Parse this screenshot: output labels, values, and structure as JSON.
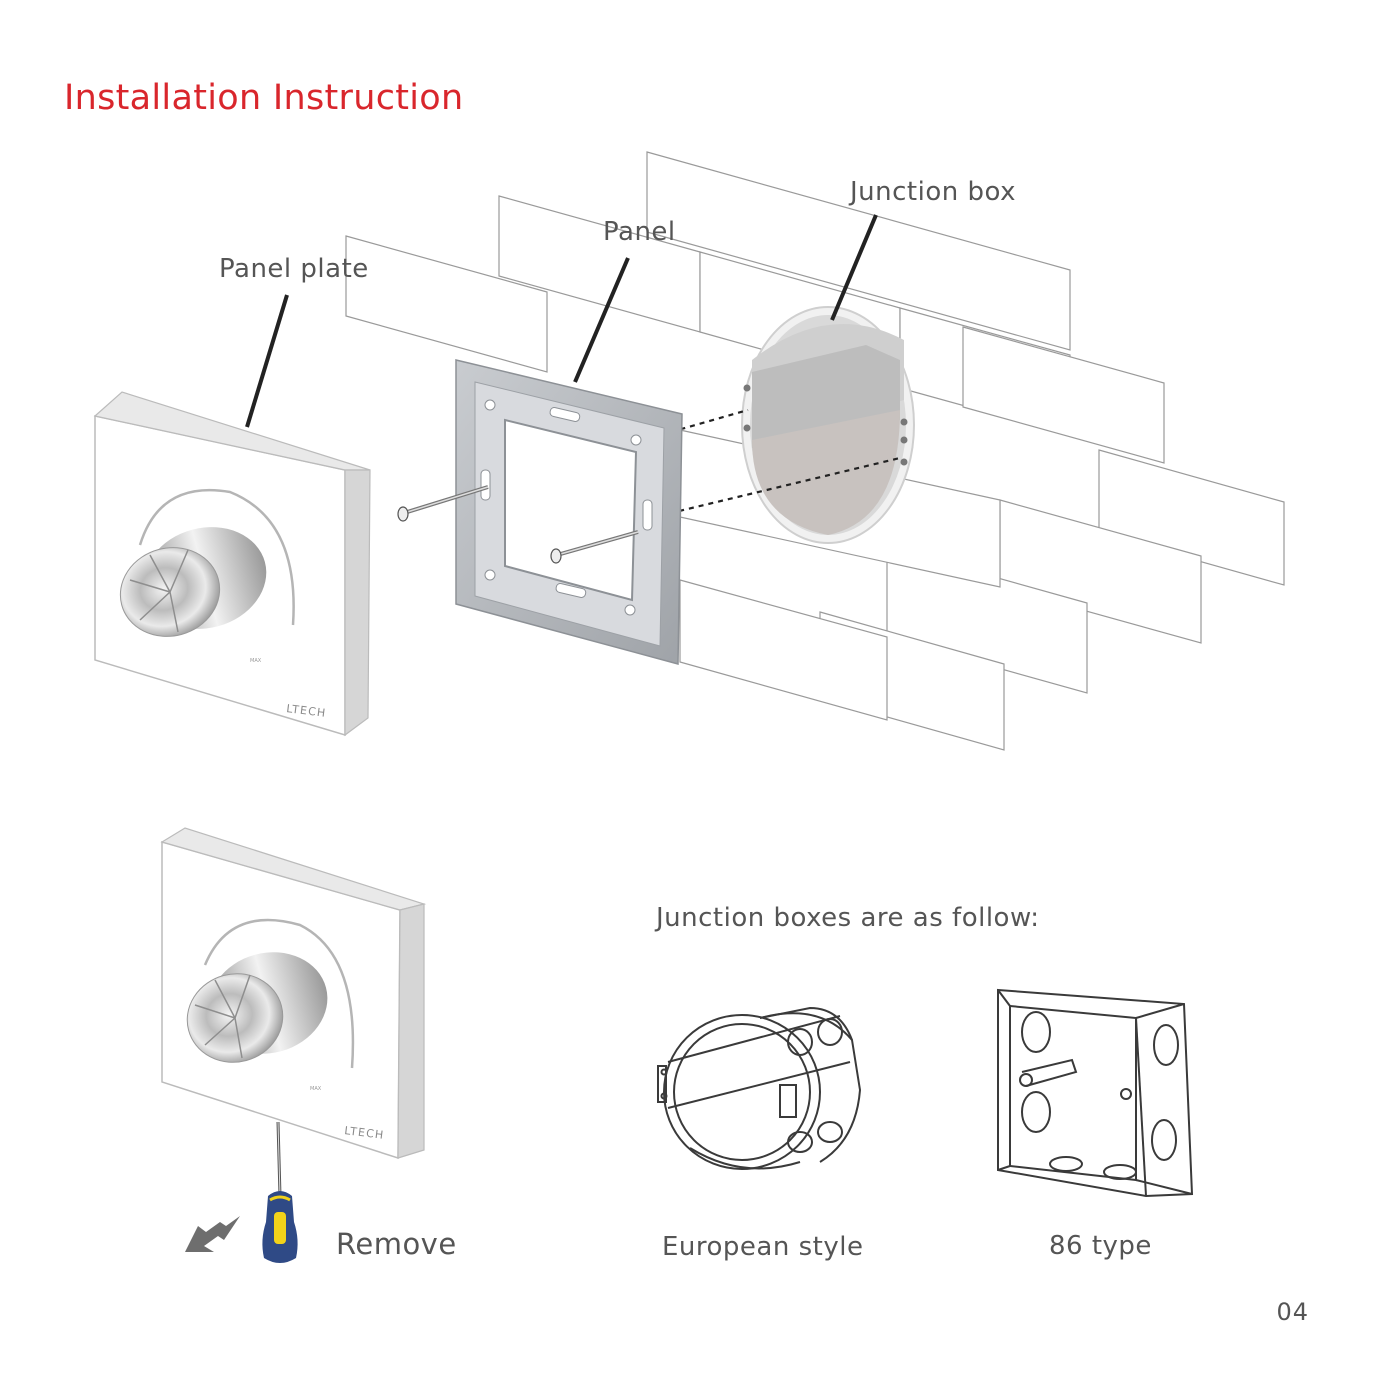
{
  "page": {
    "title": "Installation Instruction",
    "page_number": "04"
  },
  "diagram": {
    "labels": {
      "panel_plate": "Panel plate",
      "panel": "Panel",
      "junction_box": "Junction box"
    },
    "brand": "LTECH",
    "knob_max": "MAX",
    "remove_label": "Remove",
    "junction_boxes_heading": "Junction boxes are as follow:",
    "european_style": "European style",
    "type_86": "86 type"
  },
  "colors": {
    "title_red": "#d9262c",
    "screwdriver_blue": "#2f4a86",
    "screwdriver_yellow": "#f2d21a"
  }
}
